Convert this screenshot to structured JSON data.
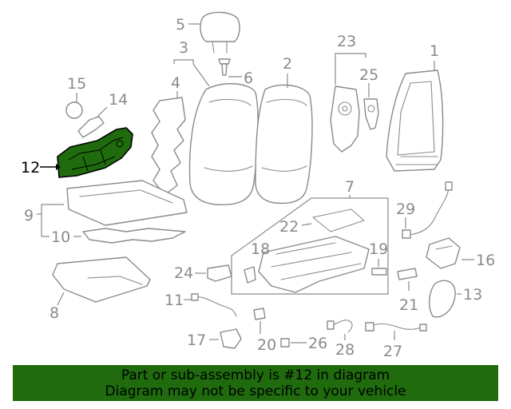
{
  "diagram": {
    "callouts": {
      "c1": "1",
      "c2": "2",
      "c3": "3",
      "c4": "4",
      "c5": "5",
      "c6": "6",
      "c7": "7",
      "c8": "8",
      "c9": "9",
      "c10": "10",
      "c11": "11",
      "c12": "12",
      "c13": "13",
      "c14": "14",
      "c15": "15",
      "c16": "16",
      "c17": "17",
      "c18": "18",
      "c19": "19",
      "c20": "20",
      "c21": "21",
      "c22": "22",
      "c23": "23",
      "c24": "24",
      "c25": "25",
      "c26": "26",
      "c27": "27",
      "c28": "28",
      "c29": "29"
    },
    "highlighted_part": "12",
    "highlight_color": "#1f6b0d"
  },
  "banner": {
    "line1": "Part or sub-assembly is #12 in diagram",
    "line2": "Diagram may not be specific to your vehicle",
    "background": "#1f6b0d"
  }
}
